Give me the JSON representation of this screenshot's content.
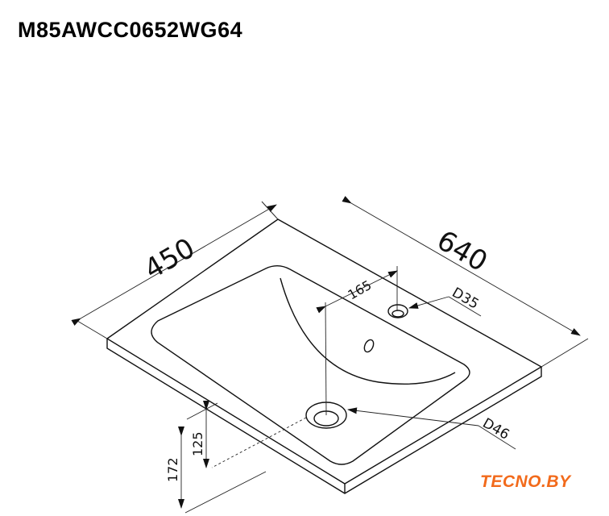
{
  "title": "M85AWCC0652WG64",
  "dimensions": {
    "width": "450",
    "length": "640",
    "tap_offset": "165",
    "tap_hole": "D35",
    "drain_hole": "D46",
    "drain_height": "125",
    "total_height": "172"
  },
  "logo": {
    "text": "TECNO.BY",
    "color": "#f26a1b"
  }
}
